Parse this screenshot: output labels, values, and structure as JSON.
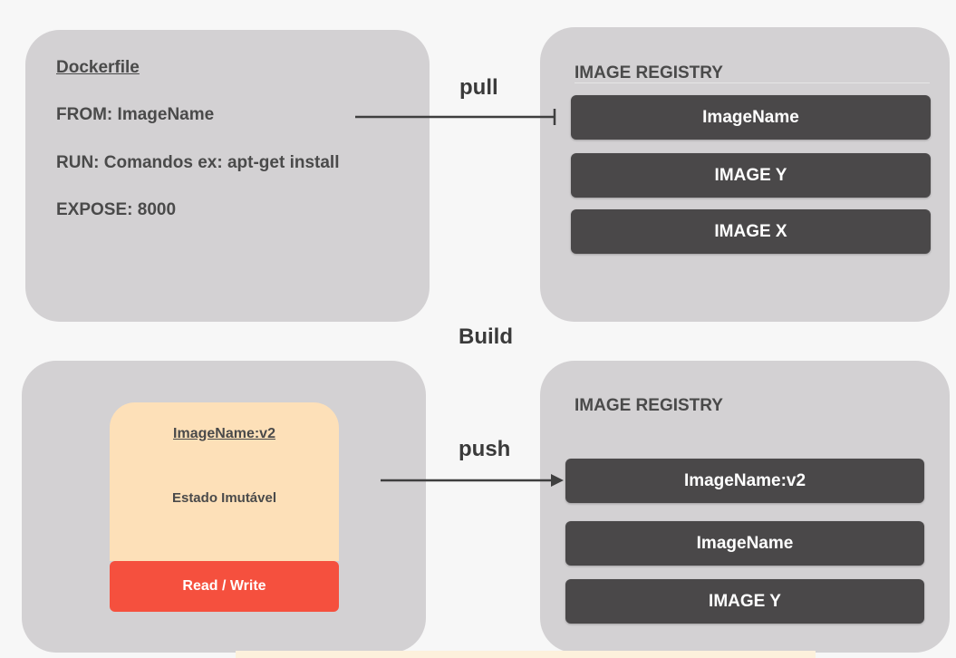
{
  "dockerfile": {
    "title": "Dockerfile",
    "lines": [
      "FROM: ImageName",
      "RUN: Comandos ex: apt-get install",
      "EXPOSE: 8000"
    ]
  },
  "registry_top": {
    "title": "IMAGE REGISTRY",
    "items": [
      "ImageName",
      "IMAGE Y",
      "IMAGE X"
    ]
  },
  "registry_bottom": {
    "title": "IMAGE REGISTRY",
    "items": [
      "ImageName:v2",
      "ImageName",
      "IMAGE Y"
    ]
  },
  "edges": {
    "pull": "pull",
    "build": "Build",
    "push": "push"
  },
  "container": {
    "name": "ImageName:v2",
    "state": "Estado Imutável",
    "read_write": "Read / Write"
  },
  "colors": {
    "panel": "#d3d1d3",
    "registry_item": "#4a4849",
    "container_body": "#fde0b8",
    "read_write": "#f5503e"
  }
}
